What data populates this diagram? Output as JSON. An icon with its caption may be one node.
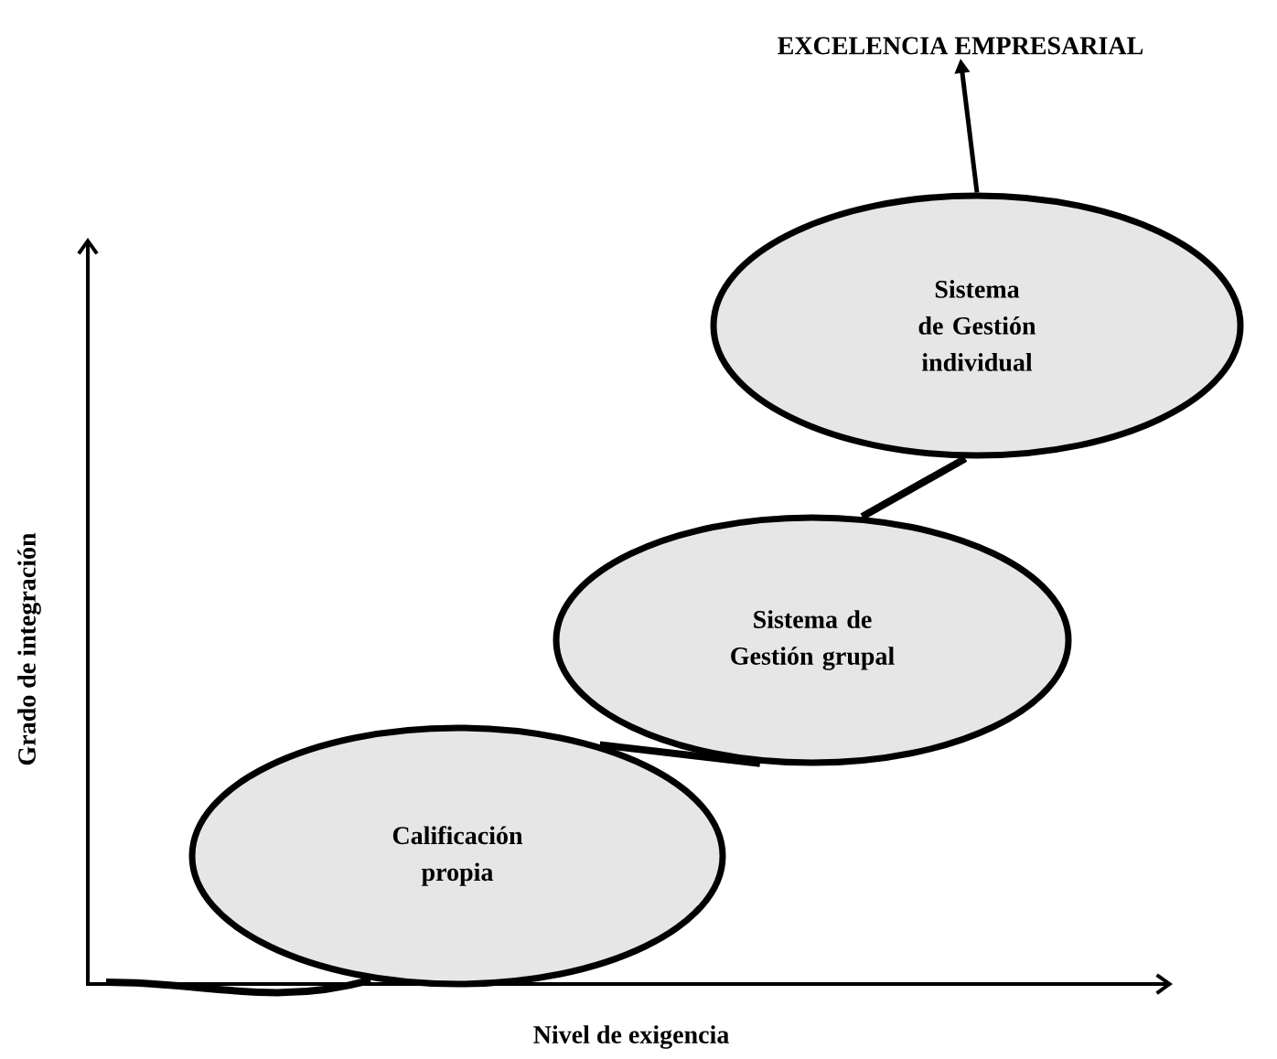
{
  "diagram": {
    "nodes": [
      {
        "text": [
          "Calificación propia"
        ]
      },
      {
        "text": [
          "Sistema de Gestión grupal"
        ]
      },
      {
        "text": [
          "Sistema de Gestión individual"
        ]
      },
      {
        "text": [
          "EXCELENCIA EMPRESARIAL"
        ]
      }
    ],
    "edges": [
      {
        "from": null,
        "to": 0,
        "arrow": "none"
      },
      {
        "from": 0,
        "to": 1,
        "arrow": "none"
      },
      {
        "from": 1,
        "to": 2,
        "arrow": "none"
      },
      {
        "from": 2,
        "to": 3,
        "arrow": "to"
      }
    ],
    "labels": [
      "Grado de integración",
      "Nivel de exigencia"
    ]
  }
}
